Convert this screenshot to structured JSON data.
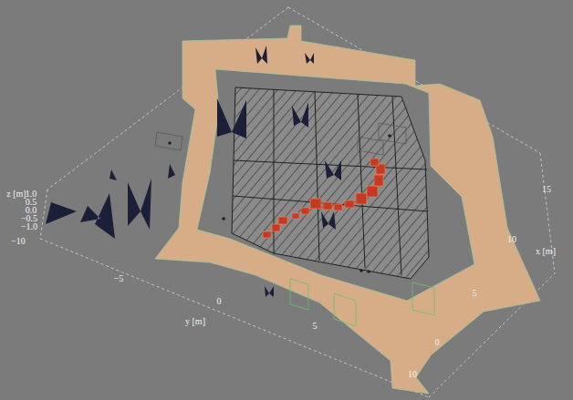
{
  "diagram": {
    "labels": [
      "z [m]",
      "1.0",
      "0.5",
      "0.0",
      "−0.5",
      "−1.0",
      "−10",
      "−5",
      "0",
      "5",
      "10",
      "y [m]",
      "15",
      "10",
      "5",
      "0",
      "x [m]"
    ]
  }
}
